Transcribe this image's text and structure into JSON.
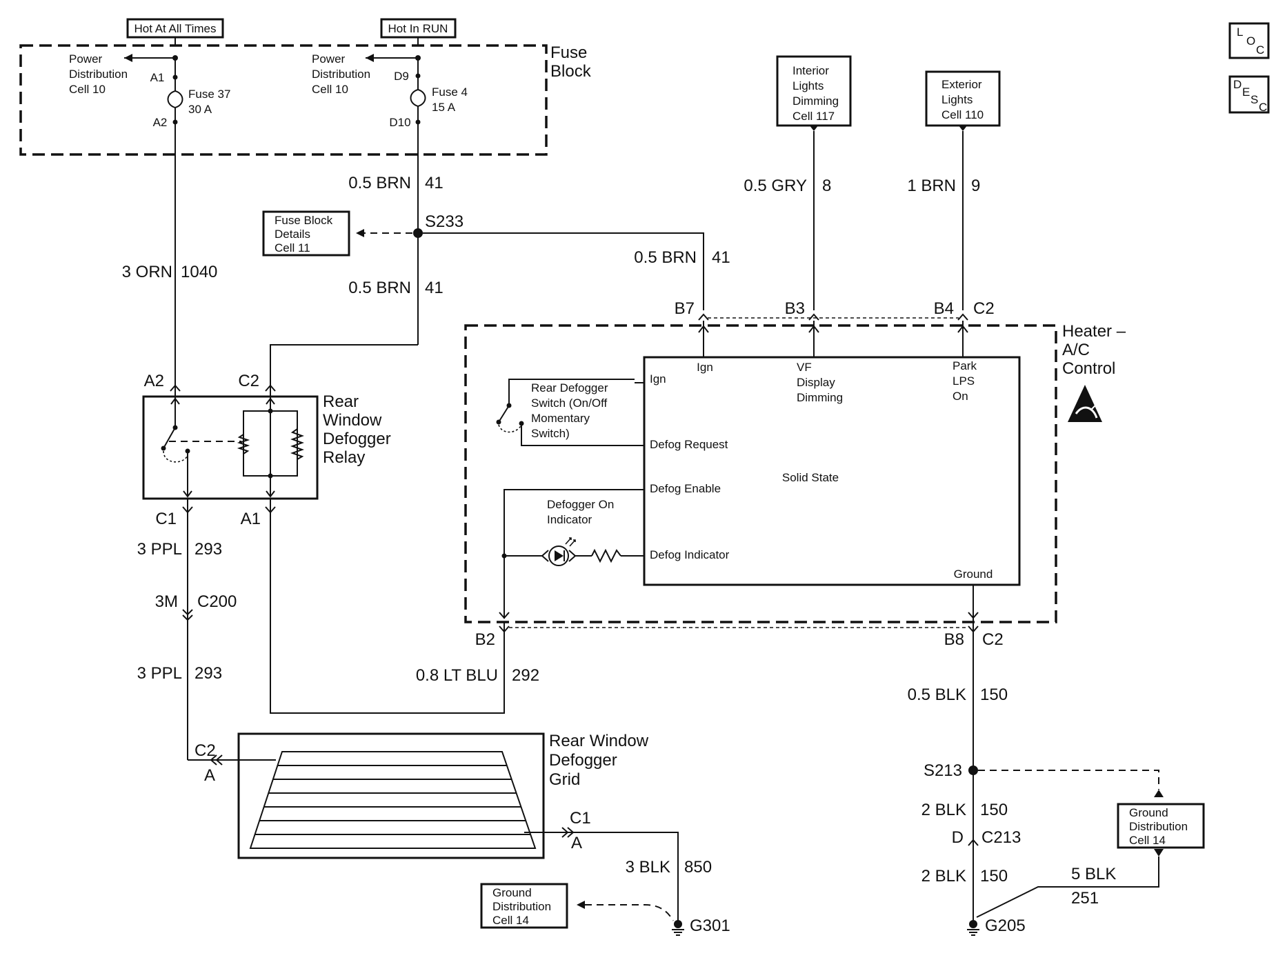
{
  "corner_marks": {
    "loc": [
      "L",
      "O",
      "C"
    ],
    "desc": [
      "D",
      "E",
      "S",
      "C"
    ]
  },
  "hot_labels": {
    "at_all_times": "Hot At All Times",
    "in_run": "Hot In RUN"
  },
  "fuse_block": {
    "title_1": "Fuse",
    "title_2": "Block",
    "left": {
      "power_1": "Power",
      "power_2": "Distribution",
      "power_3": "Cell 10",
      "pin_top": "A1",
      "pin_bot": "A2",
      "fuse_1": "Fuse 37",
      "fuse_2": "30 A"
    },
    "right": {
      "power_1": "Power",
      "power_2": "Distribution",
      "power_3": "Cell 10",
      "pin_top": "D9",
      "pin_bot": "D10",
      "fuse_1": "Fuse 4",
      "fuse_2": "15 A"
    }
  },
  "ref_boxes": {
    "fuse_details": [
      "Fuse Block",
      "Details",
      "Cell 11"
    ],
    "interior": [
      "Interior",
      "Lights",
      "Dimming",
      "Cell 117"
    ],
    "exterior": [
      "Exterior",
      "Lights",
      "Cell 110"
    ],
    "ground_left": [
      "Ground",
      "Distribution",
      "Cell 14"
    ],
    "ground_right": [
      "Ground",
      "Distribution",
      "Cell 14"
    ]
  },
  "wires": {
    "orn": {
      "gauge_color": "3 ORN",
      "circuit": "1040"
    },
    "brn_upper": {
      "gauge_color": "0.5 BRN",
      "circuit": "41"
    },
    "brn_lower": {
      "gauge_color": "0.5 BRN",
      "circuit": "41"
    },
    "brn_right": {
      "gauge_color": "0.5 BRN",
      "circuit": "41"
    },
    "gry": {
      "gauge_color": "0.5 GRY",
      "circuit": "8"
    },
    "brn_ext": {
      "gauge_color": "1 BRN",
      "circuit": "9"
    },
    "ppl_upper": {
      "gauge_color": "3 PPL",
      "circuit": "293"
    },
    "ppl_lower": {
      "gauge_color": "3 PPL",
      "circuit": "293"
    },
    "ltblu": {
      "gauge_color": "0.8 LT BLU",
      "circuit": "292"
    },
    "blk_850": {
      "gauge_color": "3 BLK",
      "circuit": "850"
    },
    "blk_150a": {
      "gauge_color": "0.5 BLK",
      "circuit": "150"
    },
    "blk_150b": {
      "gauge_color": "2 BLK",
      "circuit": "150"
    },
    "blk_150c": {
      "gauge_color": "2 BLK",
      "circuit": "150"
    },
    "blk_251": {
      "gauge_color": "5 BLK",
      "circuit": "251"
    }
  },
  "splices": {
    "s233": "S233",
    "s213": "S213"
  },
  "connectors": {
    "relay_a2": "A2",
    "relay_c2": "C2",
    "relay_c1": "C1",
    "relay_a1": "A1",
    "inline_3m": "3M",
    "inline_c200": "C200",
    "b7": "B7",
    "b3": "B3",
    "b4": "B4",
    "hvac_c2_top": "C2",
    "b2": "B2",
    "b8": "B8",
    "hvac_c2_bot": "C2",
    "grid_c2": "C2",
    "grid_a_left": "A",
    "grid_c1": "C1",
    "grid_a_right": "A",
    "d": "D",
    "c213": "C213"
  },
  "grounds": {
    "g301": "G301",
    "g205": "G205"
  },
  "relay": {
    "name_1": "Rear",
    "name_2": "Window",
    "name_3": "Defogger",
    "name_4": "Relay"
  },
  "grid": {
    "name_1": "Rear Window",
    "name_2": "Defogger",
    "name_3": "Grid"
  },
  "hvac": {
    "name_1": "Heater –",
    "name_2": "A/C",
    "name_3": "Control",
    "ign_top": "Ign",
    "vf_1": "VF",
    "vf_2": "Display",
    "vf_3": "Dimming",
    "park_1": "Park",
    "park_2": "LPS",
    "park_3": "On",
    "ign_left": "Ign",
    "defog_request": "Defog Request",
    "defog_enable": "Defog Enable",
    "defog_indicator": "Defog Indicator",
    "solid_state": "Solid State",
    "ground": "Ground",
    "switch_1": "Rear Defogger",
    "switch_2": "Switch (On/Off",
    "switch_3": "Momentary",
    "switch_4": "Switch)",
    "ind_1": "Defogger On",
    "ind_2": "Indicator"
  }
}
